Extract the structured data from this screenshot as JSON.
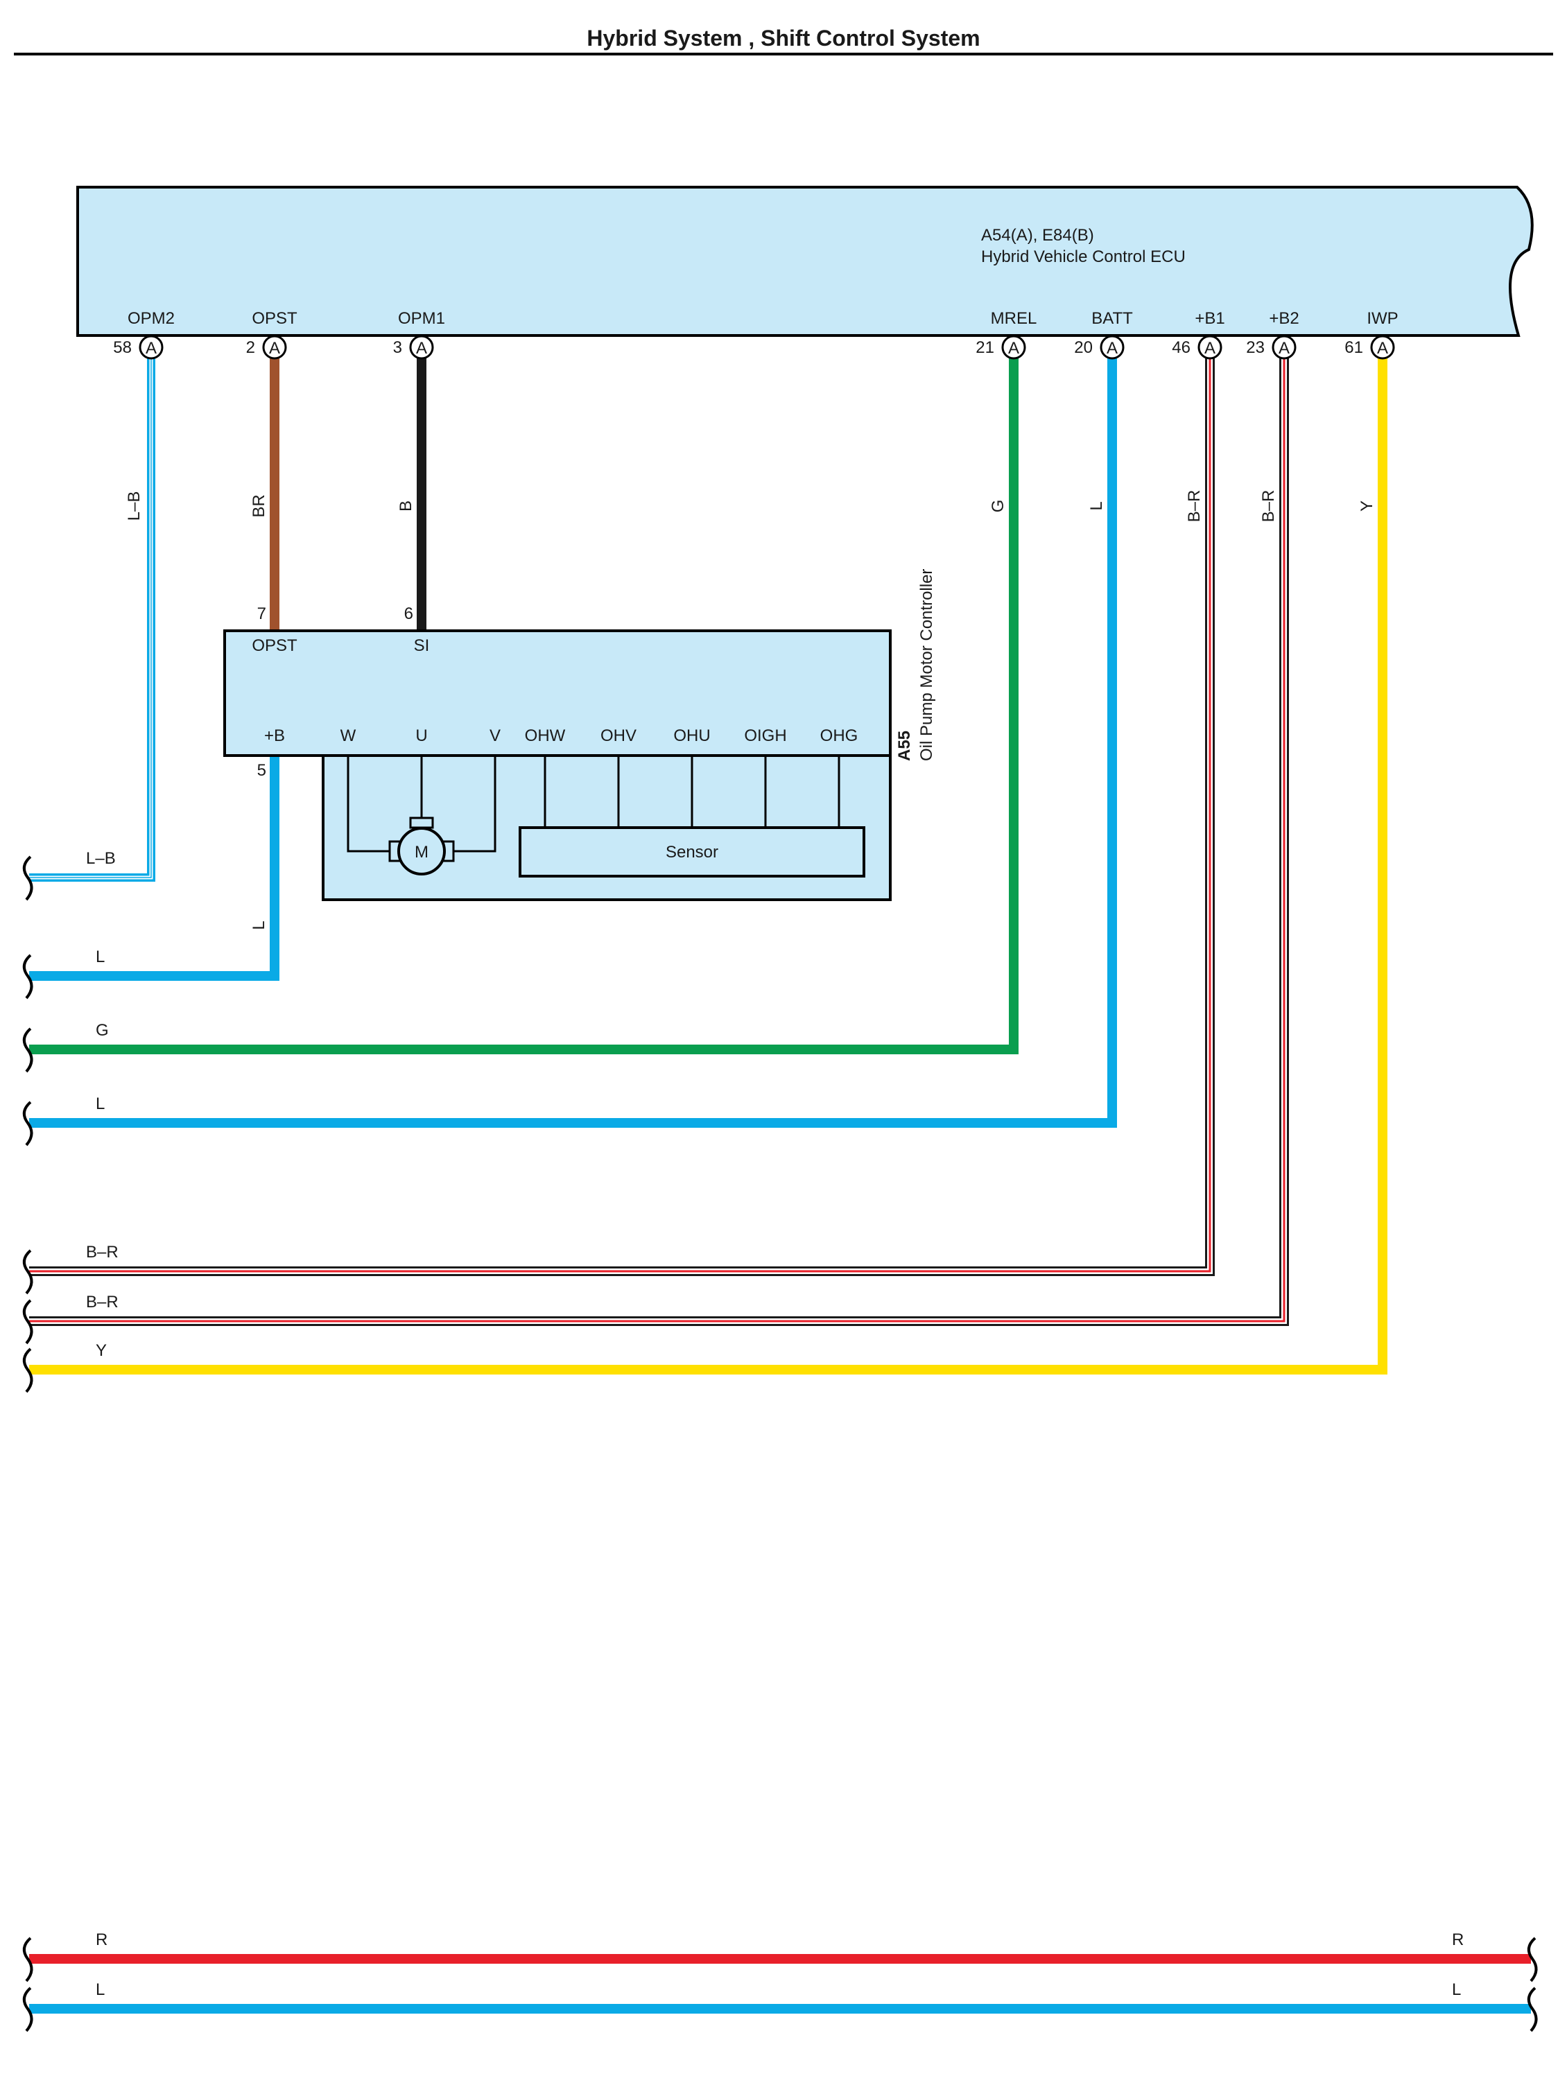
{
  "title": "Hybrid System , Shift Control System",
  "ecu": {
    "code": "A54(A), E84(B)",
    "name": "Hybrid Vehicle Control ECU",
    "fill": "#c8e9f8",
    "terminals": [
      {
        "name": "OPM2",
        "pin": "58",
        "connector": "A"
      },
      {
        "name": "OPST",
        "pin": "2",
        "connector": "A"
      },
      {
        "name": "OPM1",
        "pin": "3",
        "connector": "A"
      },
      {
        "name": "MREL",
        "pin": "21",
        "connector": "A"
      },
      {
        "name": "BATT",
        "pin": "20",
        "connector": "A"
      },
      {
        "name": "+B1",
        "pin": "46",
        "connector": "A"
      },
      {
        "name": "+B2",
        "pin": "23",
        "connector": "A"
      },
      {
        "name": "IWP",
        "pin": "61",
        "connector": "A"
      }
    ]
  },
  "controller": {
    "code": "A55",
    "name": "Oil Pump Motor Controller",
    "top_terminals": [
      {
        "name": "OPST",
        "pin": "7"
      },
      {
        "name": "SI",
        "pin": "6"
      }
    ],
    "bottom_terminals": [
      {
        "name": "+B",
        "pin": "5"
      },
      {
        "name": "W"
      },
      {
        "name": "U"
      },
      {
        "name": "V"
      },
      {
        "name": "OHW"
      },
      {
        "name": "OHV"
      },
      {
        "name": "OHU"
      },
      {
        "name": "OIGH"
      },
      {
        "name": "OHG"
      }
    ],
    "motor_label": "M",
    "sensor_label": "Sensor"
  },
  "wires": [
    {
      "from": "OPM2",
      "color_code": "L–B",
      "colors": {
        "main": "#0aaae6",
        "stripe": "#ffffff"
      }
    },
    {
      "from": "OPST",
      "color_code": "BR",
      "colors": {
        "main": "#a0522d"
      }
    },
    {
      "from": "OPM1",
      "color_code": "B",
      "colors": {
        "main": "#1a1a1a"
      }
    },
    {
      "from": "+B",
      "color_code": "L",
      "colors": {
        "main": "#0aaae6"
      }
    },
    {
      "from": "MREL",
      "color_code": "G",
      "colors": {
        "main": "#0a9e4f"
      }
    },
    {
      "from": "BATT",
      "color_code": "L",
      "colors": {
        "main": "#0aaae6"
      }
    },
    {
      "from": "+B1",
      "color_code": "B–R",
      "colors": {
        "main": "#1a1a1a",
        "stripe": "#e8202a"
      }
    },
    {
      "from": "+B2",
      "color_code": "B–R",
      "colors": {
        "main": "#1a1a1a",
        "stripe": "#e8202a"
      }
    },
    {
      "from": "IWP",
      "color_code": "Y",
      "colors": {
        "main": "#ffe000"
      }
    }
  ],
  "continuation_wires": [
    {
      "color_code": "R",
      "colors": {
        "main": "#e8202a"
      }
    },
    {
      "color_code": "L",
      "colors": {
        "main": "#0aaae6"
      }
    }
  ]
}
